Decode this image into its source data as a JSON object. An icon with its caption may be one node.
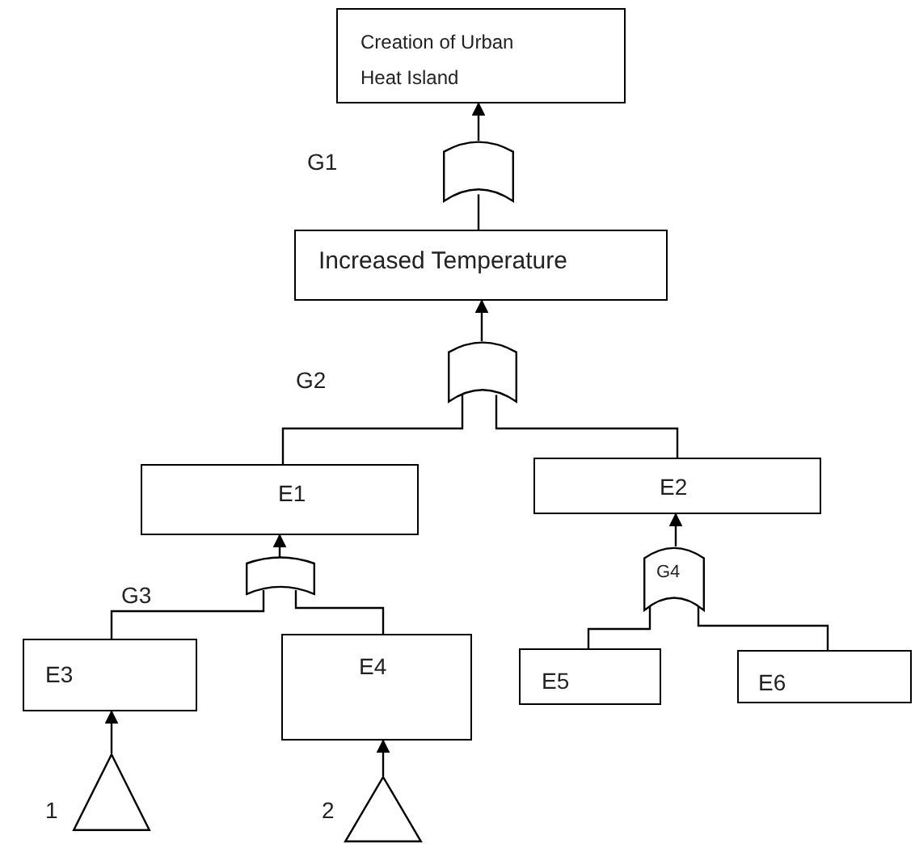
{
  "diagram": {
    "nodes": [
      {
        "text": [
          "Creation of Urban Heat Island"
        ]
      },
      {
        "text": [],
        "shape": "gate"
      },
      {
        "text": [
          "Increased Temperature"
        ]
      },
      {
        "text": [],
        "shape": "gate"
      },
      {
        "text": [
          "E1"
        ]
      },
      {
        "text": [
          "E2"
        ]
      },
      {
        "text": [],
        "shape": "gate"
      },
      {
        "text": [
          "E3"
        ]
      },
      {
        "text": [
          "E4"
        ]
      },
      {
        "text": [
          "G4"
        ]
      },
      {
        "text": [
          "E5"
        ]
      },
      {
        "text": [
          "E6"
        ]
      },
      {
        "text": [],
        "shape": "triangle",
        "beside": [
          "1"
        ]
      },
      {
        "text": [],
        "shape": "triangle",
        "beside": [
          "2"
        ]
      }
    ],
    "edges": [
      {
        "from": 1,
        "to": 0,
        "arrow": "to"
      },
      {
        "from": 2,
        "to": 1,
        "arrow": "none"
      },
      {
        "from": 3,
        "to": 2,
        "arrow": "to"
      },
      {
        "from": 4,
        "to": 3,
        "arrow": "none"
      },
      {
        "from": 5,
        "to": 3,
        "arrow": "none"
      },
      {
        "from": 6,
        "to": 4,
        "arrow": "to"
      },
      {
        "from": 7,
        "to": 6,
        "arrow": "none"
      },
      {
        "from": 8,
        "to": 6,
        "arrow": "none"
      },
      {
        "from": 9,
        "to": 5,
        "arrow": "to"
      },
      {
        "from": 10,
        "to": 9,
        "arrow": "none"
      },
      {
        "from": 11,
        "to": 9,
        "arrow": "none"
      },
      {
        "from": 12,
        "to": 7,
        "arrow": "to"
      },
      {
        "from": 13,
        "to": 8,
        "arrow": "to"
      }
    ],
    "labels": [
      "G1",
      "G2",
      "G3"
    ]
  }
}
